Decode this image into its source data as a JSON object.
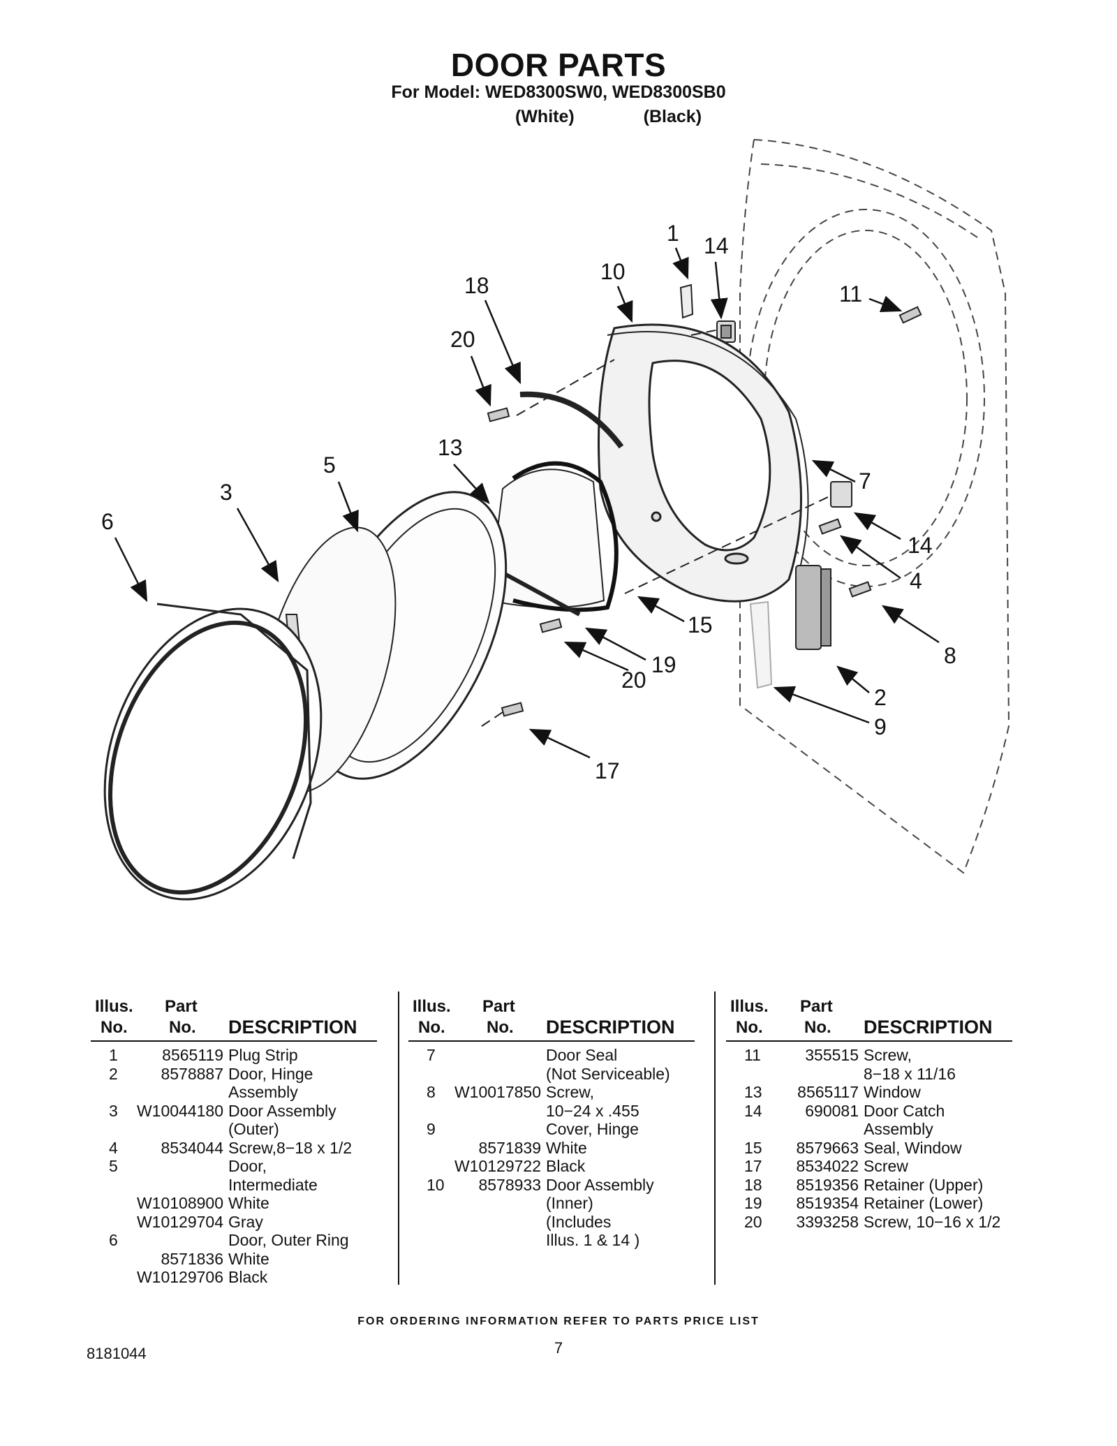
{
  "header": {
    "title": "DOOR PARTS",
    "subtitle": "For Model: WED8300SW0, WED8300SB0",
    "color_white": "(White)",
    "color_black": "(Black)"
  },
  "diagram": {
    "callouts": [
      "1",
      "14",
      "10",
      "18",
      "11",
      "20",
      "13",
      "5",
      "3",
      "6",
      "7",
      "14",
      "4",
      "8",
      "15",
      "19",
      "20",
      "2",
      "9",
      "17"
    ]
  },
  "table": {
    "headers": {
      "illus_top": "Illus.",
      "illus_bottom": "No.",
      "part_top": "Part",
      "part_bottom": "No.",
      "description": "DESCRIPTION"
    },
    "columns": [
      [
        {
          "illus": "1",
          "part": "8565119",
          "desc": "Plug Strip"
        },
        {
          "illus": "2",
          "part": "8578887",
          "desc": "Door, Hinge"
        },
        {
          "illus": "",
          "part": "",
          "desc": "Assembly"
        },
        {
          "illus": "3",
          "part": "W10044180",
          "desc": "Door Assembly"
        },
        {
          "illus": "",
          "part": "",
          "desc": "(Outer)"
        },
        {
          "illus": "4",
          "part": "8534044",
          "desc": "Screw,8−18 x 1/2"
        },
        {
          "illus": "5",
          "part": "",
          "desc": "Door,"
        },
        {
          "illus": "",
          "part": "",
          "desc": "Intermediate"
        },
        {
          "illus": "",
          "part": "W10108900",
          "desc": "White"
        },
        {
          "illus": "",
          "part": "W10129704",
          "desc": "Gray"
        },
        {
          "illus": "6",
          "part": "",
          "desc": "Door, Outer Ring"
        },
        {
          "illus": "",
          "part": "8571836",
          "desc": "White"
        },
        {
          "illus": "",
          "part": "W10129706",
          "desc": "Black"
        }
      ],
      [
        {
          "illus": "7",
          "part": "",
          "desc": "Door Seal"
        },
        {
          "illus": "",
          "part": "",
          "desc": "(Not Serviceable)"
        },
        {
          "illus": "8",
          "part": "W10017850",
          "desc": "Screw,"
        },
        {
          "illus": "",
          "part": "",
          "desc": "10−24 x .455"
        },
        {
          "illus": "9",
          "part": "",
          "desc": "Cover, Hinge"
        },
        {
          "illus": "",
          "part": "8571839",
          "desc": "White"
        },
        {
          "illus": "",
          "part": "W10129722",
          "desc": "Black"
        },
        {
          "illus": "10",
          "part": "8578933",
          "desc": "Door Assembly"
        },
        {
          "illus": "",
          "part": "",
          "desc": "(Inner)"
        },
        {
          "illus": "",
          "part": "",
          "desc": "(Includes"
        },
        {
          "illus": "",
          "part": "",
          "desc": "Illus. 1 & 14 )"
        }
      ],
      [
        {
          "illus": "11",
          "part": "355515",
          "desc": "Screw,"
        },
        {
          "illus": "",
          "part": "",
          "desc": "8−18 x 11/16"
        },
        {
          "illus": "13",
          "part": "8565117",
          "desc": "Window"
        },
        {
          "illus": "14",
          "part": "690081",
          "desc": "Door Catch"
        },
        {
          "illus": "",
          "part": "",
          "desc": "Assembly"
        },
        {
          "illus": "15",
          "part": "8579663",
          "desc": "Seal, Window"
        },
        {
          "illus": "17",
          "part": "8534022",
          "desc": "Screw"
        },
        {
          "illus": "18",
          "part": "8519356",
          "desc": "Retainer (Upper)"
        },
        {
          "illus": "19",
          "part": "8519354",
          "desc": "Retainer (Lower)"
        },
        {
          "illus": "20",
          "part": "3393258",
          "desc": "Screw, 10−16 x 1/2"
        }
      ]
    ]
  },
  "footer": {
    "ordering_note": "FOR ORDERING INFORMATION REFER TO PARTS PRICE LIST",
    "doc_number": "8181044",
    "page_number": "7"
  }
}
